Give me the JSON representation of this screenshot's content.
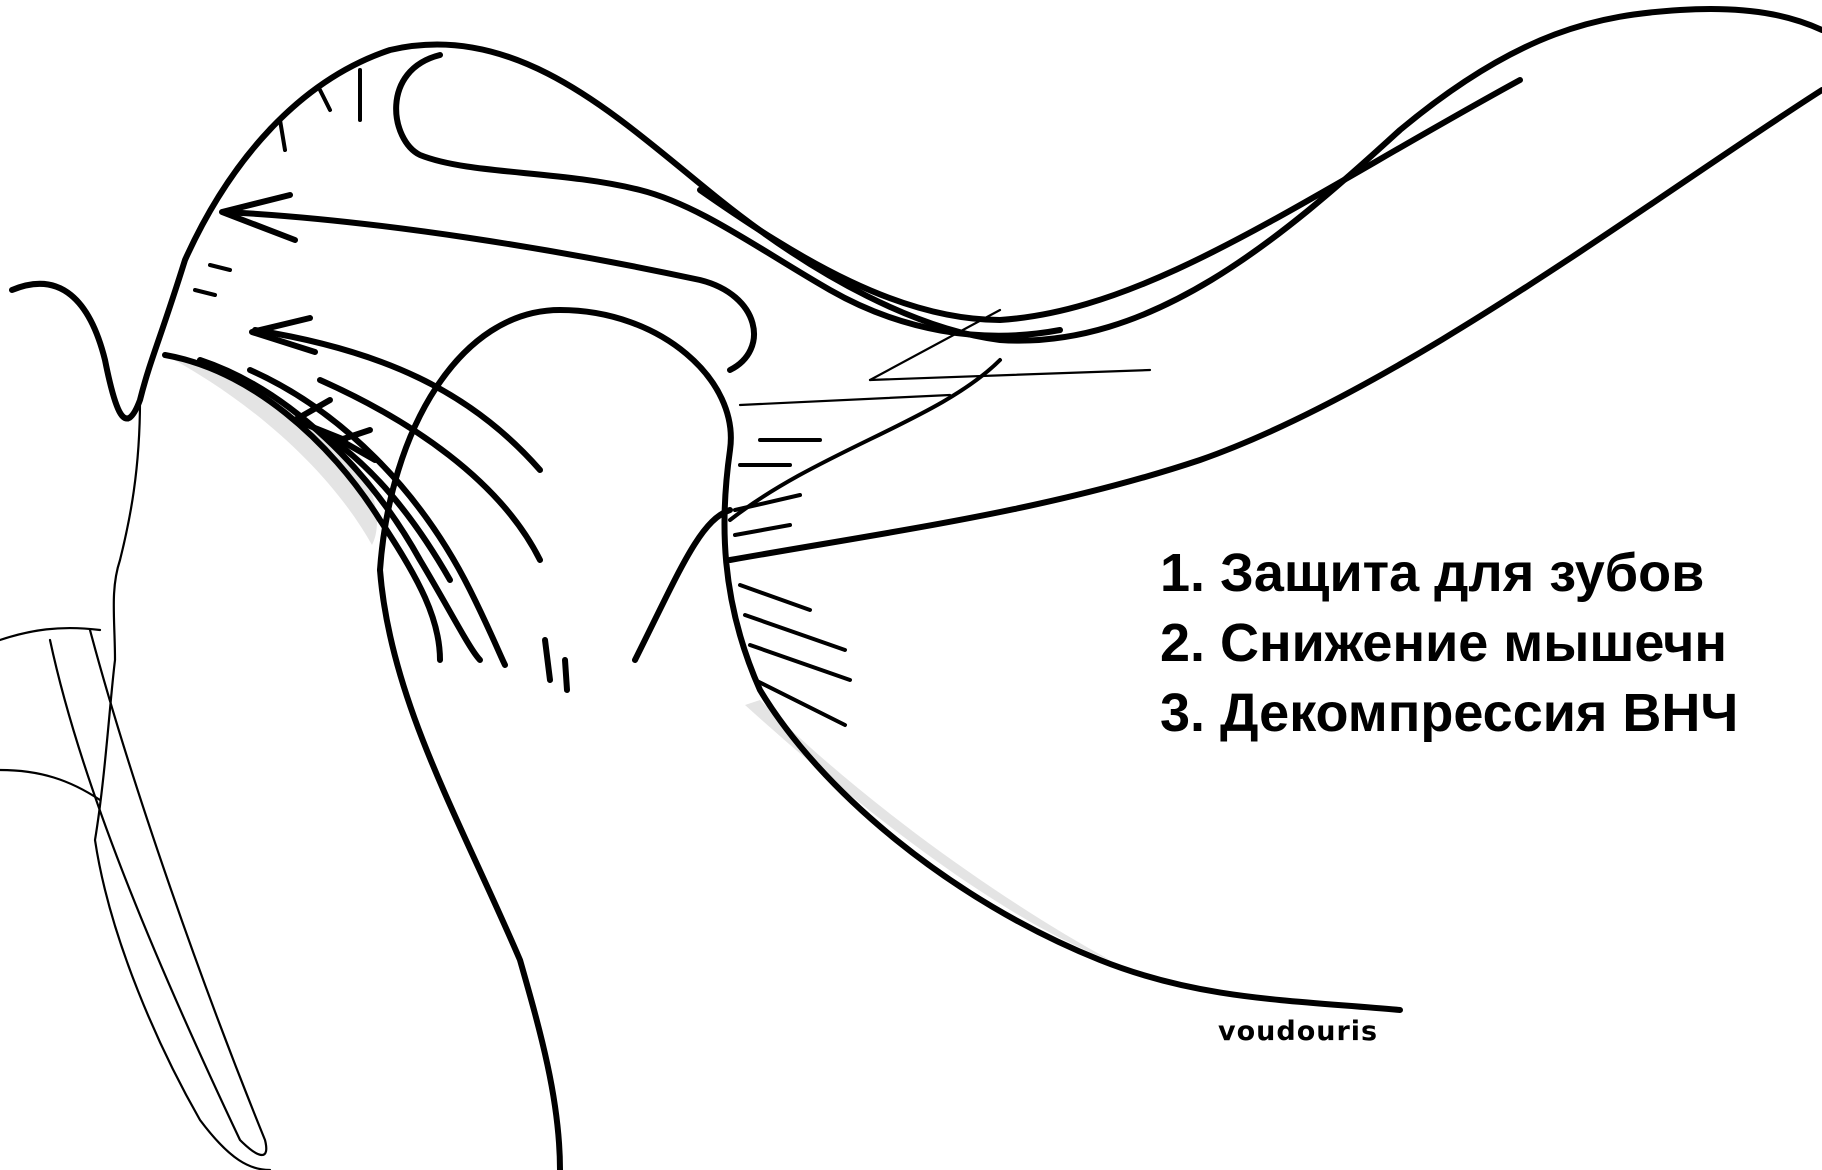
{
  "list": {
    "item1": "1. Защита для зубов",
    "item2": "2. Снижение мышечн",
    "item3": "3. Декомпрессия ВНЧ"
  },
  "signature": "voudouris",
  "colors": {
    "background": "#ffffff",
    "ink": "#000000",
    "shading": "#e4e4e4"
  }
}
